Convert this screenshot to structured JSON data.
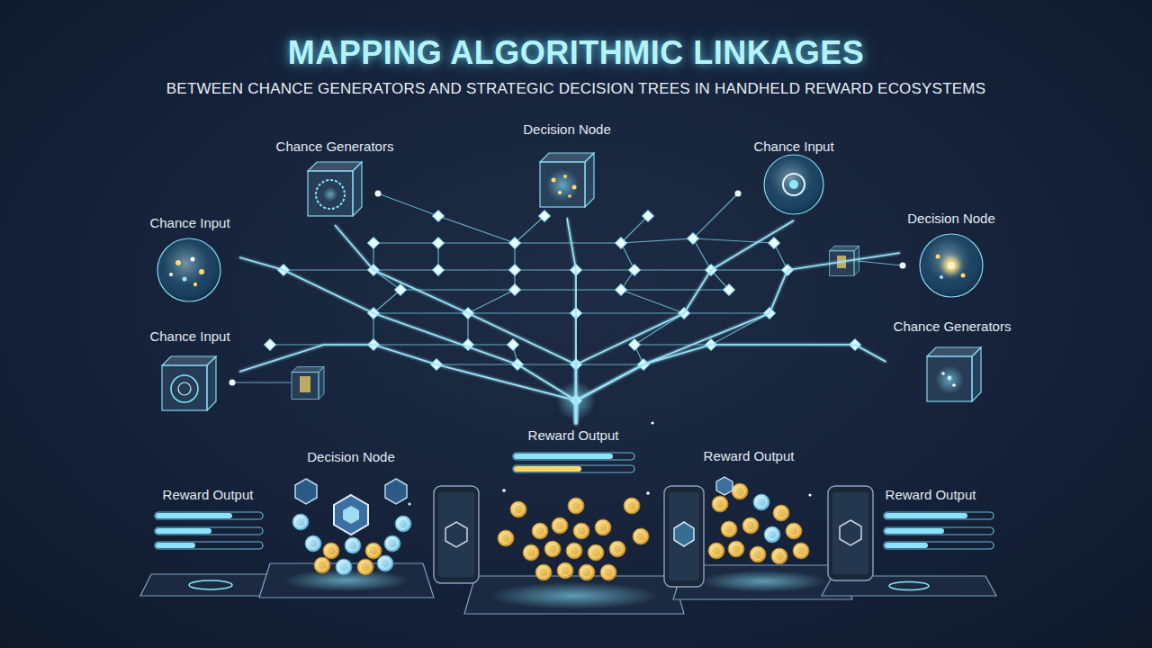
{
  "diagram": {
    "title": "MAPPING ALGORITHMIC LINKAGES",
    "nodes": [
      {
        "text": [
          "Chance Generators"
        ]
      },
      {
        "text": [
          "Decision Node"
        ]
      },
      {
        "text": [
          "Chance Input"
        ]
      },
      {
        "text": [
          "Chance Input"
        ]
      },
      {
        "text": [
          "Decision Node"
        ]
      },
      {
        "text": [
          "Chance Input"
        ]
      },
      {
        "text": [
          "Chance Generators"
        ]
      },
      {
        "text": [
          "Reward Output"
        ]
      },
      {
        "text": [
          "Decision Node"
        ]
      },
      {
        "text": [
          "Reward Output"
        ]
      },
      {
        "text": [
          "Reward Output"
        ]
      },
      {
        "text": [
          "Reward Output"
        ]
      }
    ],
    "edges": [
      {
        "from": 0,
        "to": 9,
        "arrow": "none"
      },
      {
        "from": 1,
        "to": 9,
        "arrow": "none"
      },
      {
        "from": 2,
        "to": 9,
        "arrow": "none"
      },
      {
        "from": 3,
        "to": 9,
        "arrow": "none"
      },
      {
        "from": 4,
        "to": 9,
        "arrow": "none"
      },
      {
        "from": 5,
        "to": 9,
        "arrow": "none"
      },
      {
        "from": 6,
        "to": 9,
        "arrow": "none"
      }
    ],
    "labels": [
      "BETWEEN CHANCE GENERATORS AND STRATEGIC DECISION TREES IN HANDHELD REWARD ECOSYSTEMS"
    ]
  }
}
